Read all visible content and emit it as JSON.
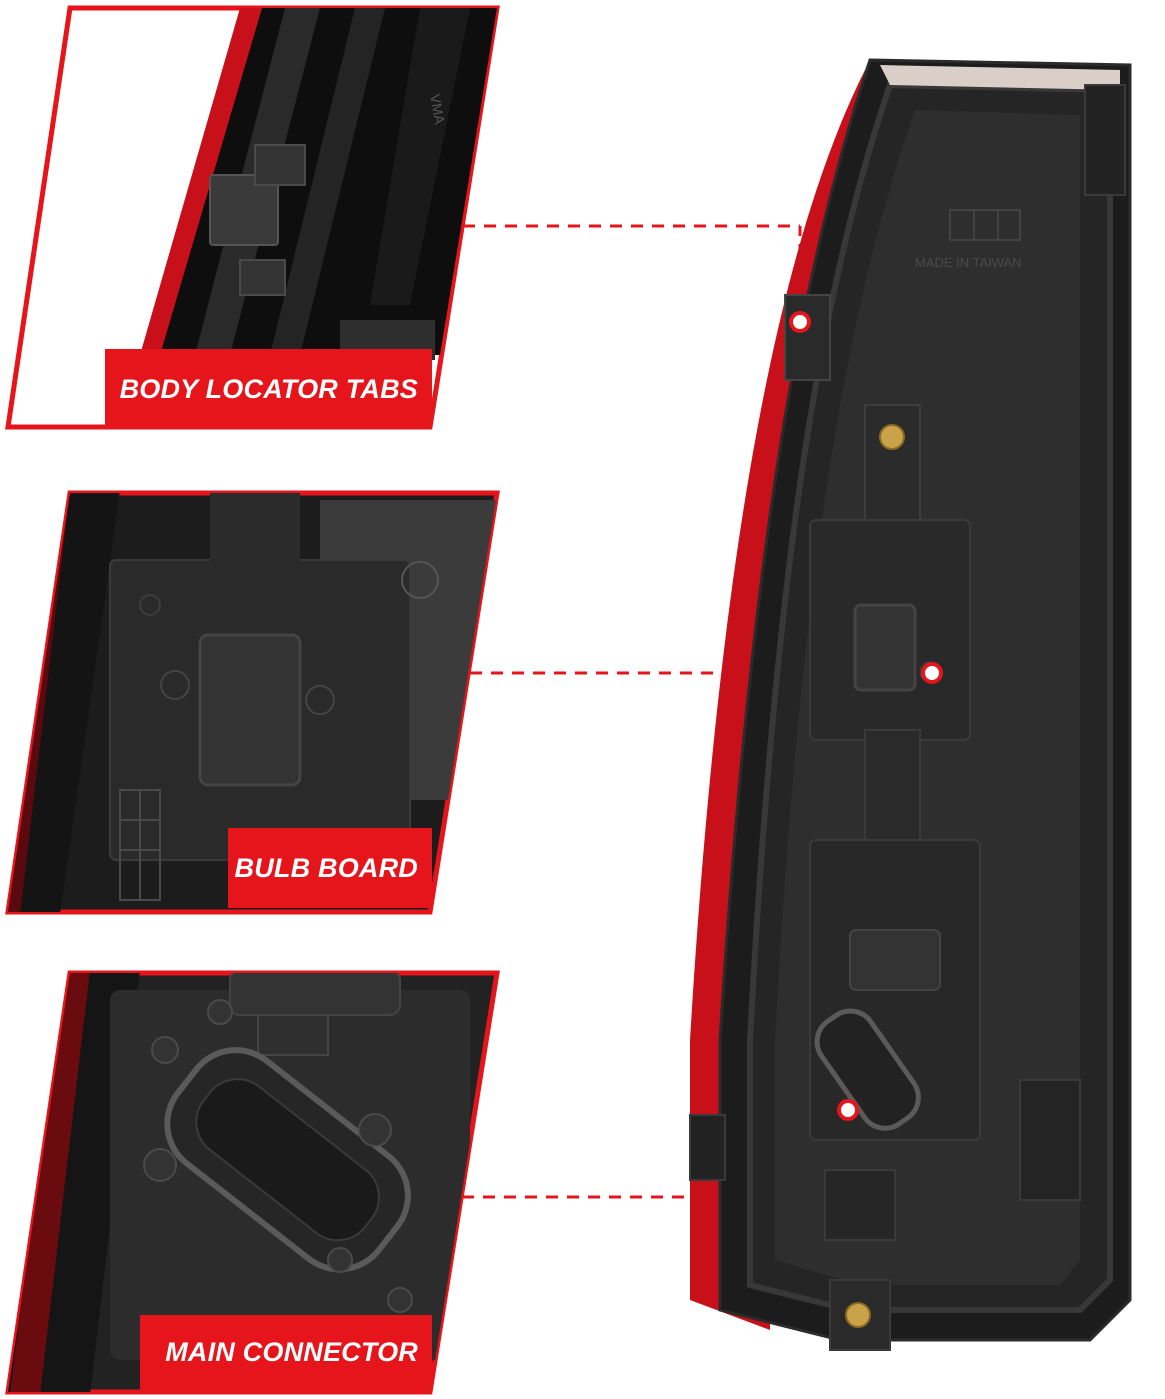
{
  "callouts": [
    {
      "id": "body-locator-tabs",
      "label": "BODY LOCATOR TABS"
    },
    {
      "id": "bulb-board",
      "label": "BULB BOARD"
    },
    {
      "id": "main-connector",
      "label": "MAIN CONNECTOR"
    }
  ],
  "lamp": {
    "imprint": "MADE IN TAIWAN"
  },
  "colors": {
    "accent": "#e6141b",
    "housing": "#1c1c1c",
    "lens": "#c8101a",
    "leader": "#e6141b"
  }
}
